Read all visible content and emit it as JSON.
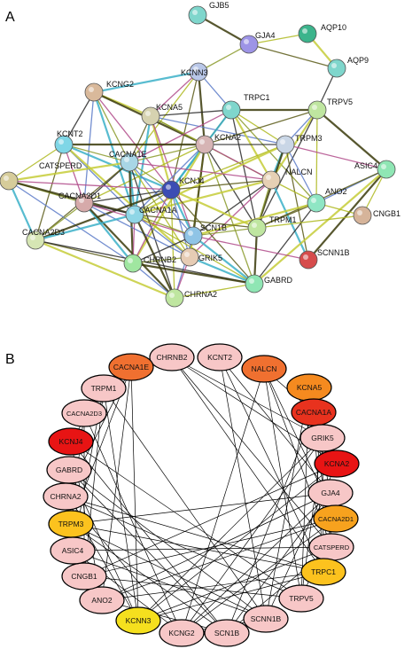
{
  "panels": {
    "a": {
      "letter": "A",
      "nodes": [
        {
          "id": "GJB5",
          "label": "GJB5",
          "color": "#7fd6cc"
        },
        {
          "id": "GJA4",
          "label": "GJA4",
          "color": "#9d94e6"
        },
        {
          "id": "AQP10",
          "label": "AQP10",
          "color": "#3cb48c"
        },
        {
          "id": "AQP9",
          "label": "AQP9",
          "color": "#7fd6cc"
        },
        {
          "id": "KCNN3",
          "label": "KCNN3",
          "color": "#b9c7e8"
        },
        {
          "id": "KCNG2",
          "label": "KCNG2",
          "color": "#d9b99b"
        },
        {
          "id": "KCNA5",
          "label": "KCNA5",
          "color": "#d6d2b0"
        },
        {
          "id": "TRPC1",
          "label": "TRPC1",
          "color": "#7fd6cc"
        },
        {
          "id": "TRPV5",
          "label": "TRPV5",
          "color": "#bfe6a0"
        },
        {
          "id": "KCNT2",
          "label": "KCNT2",
          "color": "#7fd6e6"
        },
        {
          "id": "KCNA2",
          "label": "KCNA2",
          "color": "#d6b4b4"
        },
        {
          "id": "TRPM3",
          "label": "TRPM3",
          "color": "#c9d6e6"
        },
        {
          "id": "CACNA1E",
          "label": "CACNA1E",
          "color": "#a8d6e6"
        },
        {
          "id": "CATSPERD",
          "label": "CATSPERD",
          "color": "#d6cc9a"
        },
        {
          "id": "NALCN",
          "label": "NALCN",
          "color": "#e6d0b4"
        },
        {
          "id": "ASIC4",
          "label": "ASIC4",
          "color": "#8fe6b4"
        },
        {
          "id": "KCNJ4",
          "label": "KCNJ4",
          "color": "#3c4cb4"
        },
        {
          "id": "CACNA2D1",
          "label": "CACNA2D1",
          "color": "#d6aaaa"
        },
        {
          "id": "ANO2",
          "label": "ANO2",
          "color": "#8fe6c4"
        },
        {
          "id": "CNGB1",
          "label": "CNGB1",
          "color": "#d6b49a"
        },
        {
          "id": "CACNA1A",
          "label": "CACNA1A",
          "color": "#8fd6e6"
        },
        {
          "id": "SCN1B",
          "label": "SCN1B",
          "color": "#8fc4e6"
        },
        {
          "id": "TRPM1",
          "label": "TRPM1",
          "color": "#bfe6a0"
        },
        {
          "id": "CACNA2D3",
          "label": "CACNA2D3",
          "color": "#d6e6b4"
        },
        {
          "id": "SCNN1B",
          "label": "SCNN1B",
          "color": "#d64c4c"
        },
        {
          "id": "GRIK5",
          "label": "GRIK5",
          "color": "#e6ccb4"
        },
        {
          "id": "CHRNB2",
          "label": "CHRNB2",
          "color": "#a0e6a0"
        },
        {
          "id": "GABRD",
          "label": "GABRD",
          "color": "#8fe6b4"
        },
        {
          "id": "CHRNA2",
          "label": "CHRNA2",
          "color": "#bfe6a0"
        }
      ],
      "edges": [
        [
          "GJB5",
          "GJA4"
        ],
        [
          "GJA4",
          "AQP10"
        ],
        [
          "GJA4",
          "AQP9"
        ],
        [
          "AQP10",
          "AQP9"
        ],
        [
          "AQP9",
          "TRPV5"
        ],
        [
          "GJA4",
          "KCNN3"
        ],
        [
          "KCNN3",
          "KCNG2"
        ],
        [
          "KCNN3",
          "KCNA5"
        ],
        [
          "KCNN3",
          "TRPC1"
        ],
        [
          "KCNN3",
          "KCNA2"
        ],
        [
          "KCNN3",
          "CACNA1E"
        ],
        [
          "KCNN3",
          "KCNJ4"
        ],
        [
          "KCNG2",
          "KCNA5"
        ],
        [
          "KCNG2",
          "KCNT2"
        ],
        [
          "KCNG2",
          "CACNA1E"
        ],
        [
          "KCNG2",
          "CACNA1A"
        ],
        [
          "KCNG2",
          "KCNJ4"
        ],
        [
          "KCNG2",
          "CACNA2D1"
        ],
        [
          "KCNG2",
          "KCNA2"
        ],
        [
          "KCNA5",
          "KCNA2"
        ],
        [
          "KCNA5",
          "CACNA1E"
        ],
        [
          "KCNA5",
          "KCNJ4"
        ],
        [
          "KCNA5",
          "TRPC1"
        ],
        [
          "KCNA5",
          "NALCN"
        ],
        [
          "KCNA5",
          "CACNA1A"
        ],
        [
          "KCNA5",
          "SCN1B"
        ],
        [
          "KCNA5",
          "TRPM3"
        ],
        [
          "TRPC1",
          "TRPV5"
        ],
        [
          "TRPC1",
          "TRPM3"
        ],
        [
          "TRPC1",
          "KCNA2"
        ],
        [
          "TRPC1",
          "NALCN"
        ],
        [
          "TRPC1",
          "TRPM1"
        ],
        [
          "TRPC1",
          "ANO2"
        ],
        [
          "TRPC1",
          "KCNJ4"
        ],
        [
          "TRPC1",
          "CACNA1E"
        ],
        [
          "TRPV5",
          "TRPM3"
        ],
        [
          "TRPV5",
          "ASIC4"
        ],
        [
          "TRPV5",
          "ANO2"
        ],
        [
          "TRPV5",
          "KCNA2"
        ],
        [
          "TRPV5",
          "NALCN"
        ],
        [
          "TRPV5",
          "TRPM1"
        ],
        [
          "KCNT2",
          "CACNA1E"
        ],
        [
          "KCNT2",
          "KCNJ4"
        ],
        [
          "KCNT2",
          "CACNA2D1"
        ],
        [
          "KCNT2",
          "CACNA1A"
        ],
        [
          "KCNT2",
          "KCNA2"
        ],
        [
          "KCNT2",
          "CATSPERD"
        ],
        [
          "KCNT2",
          "CACNA2D3"
        ],
        [
          "KCNT2",
          "GRIK5"
        ],
        [
          "KCNA2",
          "TRPM3"
        ],
        [
          "KCNA2",
          "CACNA1E"
        ],
        [
          "KCNA2",
          "KCNJ4"
        ],
        [
          "KCNA2",
          "NALCN"
        ],
        [
          "KCNA2",
          "CACNA1A"
        ],
        [
          "KCNA2",
          "SCN1B"
        ],
        [
          "KCNA2",
          "CACNA2D1"
        ],
        [
          "KCNA2",
          "GRIK5"
        ],
        [
          "KCNA2",
          "CHRNB2"
        ],
        [
          "KCNA2",
          "TRPM1"
        ],
        [
          "KCNA2",
          "GABRD"
        ],
        [
          "TRPM3",
          "NALCN"
        ],
        [
          "TRPM3",
          "ASIC4"
        ],
        [
          "TRPM3",
          "ANO2"
        ],
        [
          "TRPM3",
          "TRPM1"
        ],
        [
          "TRPM3",
          "KCNJ4"
        ],
        [
          "TRPM3",
          "SCNN1B"
        ],
        [
          "TRPM3",
          "CACNA1A"
        ],
        [
          "CACNA1E",
          "CACNA2D1"
        ],
        [
          "CACNA1E",
          "KCNJ4"
        ],
        [
          "CACNA1E",
          "CACNA1A"
        ],
        [
          "CACNA1E",
          "NALCN"
        ],
        [
          "CACNA1E",
          "SCN1B"
        ],
        [
          "CACNA1E",
          "CHRNB2"
        ],
        [
          "CACNA1E",
          "GRIK5"
        ],
        [
          "CACNA1E",
          "CACNA2D3"
        ],
        [
          "CACNA1E",
          "CATSPERD"
        ],
        [
          "CACNA1E",
          "CHRNA2"
        ],
        [
          "CATSPERD",
          "CACNA2D1"
        ],
        [
          "CATSPERD",
          "CACNA2D3"
        ],
        [
          "CATSPERD",
          "KCNJ4"
        ],
        [
          "CATSPERD",
          "CHRNB2"
        ],
        [
          "CATSPERD",
          "CACNA1A"
        ],
        [
          "NALCN",
          "ANO2"
        ],
        [
          "NALCN",
          "KCNJ4"
        ],
        [
          "NALCN",
          "CACNA1A"
        ],
        [
          "NALCN",
          "SCN1B"
        ],
        [
          "NALCN",
          "TRPM1"
        ],
        [
          "NALCN",
          "SCNN1B"
        ],
        [
          "NALCN",
          "GRIK5"
        ],
        [
          "ASIC4",
          "ANO2"
        ],
        [
          "ASIC4",
          "SCNN1B"
        ],
        [
          "ASIC4",
          "CNGB1"
        ],
        [
          "ASIC4",
          "TRPM1"
        ],
        [
          "ASIC4",
          "GABRD"
        ],
        [
          "KCNJ4",
          "CACNA2D1"
        ],
        [
          "KCNJ4",
          "CACNA1A"
        ],
        [
          "KCNJ4",
          "SCN1B"
        ],
        [
          "KCNJ4",
          "CHRNB2"
        ],
        [
          "KCNJ4",
          "GRIK5"
        ],
        [
          "KCNJ4",
          "CACNA2D3"
        ],
        [
          "KCNJ4",
          "CHRNA2"
        ],
        [
          "KCNJ4",
          "GABRD"
        ],
        [
          "KCNJ4",
          "TRPM1"
        ],
        [
          "CACNA2D1",
          "CACNA1A"
        ],
        [
          "CACNA2D1",
          "CACNA2D3"
        ],
        [
          "CACNA2D1",
          "CHRNB2"
        ],
        [
          "CACNA2D1",
          "SCN1B"
        ],
        [
          "CACNA2D1",
          "GRIK5"
        ],
        [
          "CACNA2D1",
          "CHRNA2"
        ],
        [
          "ANO2",
          "CNGB1"
        ],
        [
          "ANO2",
          "TRPM1"
        ],
        [
          "ANO2",
          "SCN1B"
        ],
        [
          "ANO2",
          "GABRD"
        ],
        [
          "CACNA1A",
          "SCN1B"
        ],
        [
          "CACNA1A",
          "CACNA2D3"
        ],
        [
          "CACNA1A",
          "CHRNB2"
        ],
        [
          "CACNA1A",
          "GRIK5"
        ],
        [
          "CACNA1A",
          "CHRNA2"
        ],
        [
          "CACNA1A",
          "GABRD"
        ],
        [
          "CACNA1A",
          "TRPM1"
        ],
        [
          "SCN1B",
          "GRIK5"
        ],
        [
          "SCN1B",
          "CHRNB2"
        ],
        [
          "SCN1B",
          "TRPM1"
        ],
        [
          "SCN1B",
          "GABRD"
        ],
        [
          "SCN1B",
          "SCNN1B"
        ],
        [
          "SCN1B",
          "CHRNA2"
        ],
        [
          "TRPM1",
          "GABRD"
        ],
        [
          "TRPM1",
          "CNGB1"
        ],
        [
          "CACNA2D3",
          "CHRNB2"
        ],
        [
          "CACNA2D3",
          "CHRNA2"
        ],
        [
          "CACNA2D3",
          "GABRD"
        ],
        [
          "GRIK5",
          "CHRNB2"
        ],
        [
          "GRIK5",
          "GABRD"
        ],
        [
          "GRIK5",
          "CHRNA2"
        ],
        [
          "CHRNB2",
          "CHRNA2"
        ],
        [
          "CHRNB2",
          "GABRD"
        ],
        [
          "GABRD",
          "CHRNA2"
        ]
      ]
    },
    "b": {
      "letter": "B",
      "nodes": [
        {
          "id": "CHRNB2",
          "label": "CHRNB2",
          "fill": "#f7c7c7"
        },
        {
          "id": "KCNT2",
          "label": "KCNT2",
          "fill": "#f7c7c7"
        },
        {
          "id": "NALCN",
          "label": "NALCN",
          "fill": "#f07030"
        },
        {
          "id": "KCNA5",
          "label": "KCNA5",
          "fill": "#f58a1f"
        },
        {
          "id": "CACNA1A",
          "label": "CACNA1A",
          "fill": "#e8321e"
        },
        {
          "id": "GRIK5",
          "label": "GRIK5",
          "fill": "#f7c7c7"
        },
        {
          "id": "KCNA2",
          "label": "KCNA2",
          "fill": "#e81414"
        },
        {
          "id": "GJA4",
          "label": "GJA4",
          "fill": "#f7c7c7"
        },
        {
          "id": "CACNA2D1",
          "label": "CACNA2D1",
          "fill": "#f7a21e"
        },
        {
          "id": "CATSPERD",
          "label": "CATSPERD",
          "fill": "#f7c7c7"
        },
        {
          "id": "TRPC1",
          "label": "TRPC1",
          "fill": "#fcc21e"
        },
        {
          "id": "TRPV5",
          "label": "TRPV5",
          "fill": "#f7c7c7"
        },
        {
          "id": "SCNN1B",
          "label": "SCNN1B",
          "fill": "#f7c7c7"
        },
        {
          "id": "SCN1B",
          "label": "SCN1B",
          "fill": "#f7c7c7"
        },
        {
          "id": "KCNG2",
          "label": "KCNG2",
          "fill": "#f7c7c7"
        },
        {
          "id": "KCNN3",
          "label": "KCNN3",
          "fill": "#f5e01e"
        },
        {
          "id": "ANO2",
          "label": "ANO2",
          "fill": "#f7c7c7"
        },
        {
          "id": "CNGB1",
          "label": "CNGB1",
          "fill": "#f7c7c7"
        },
        {
          "id": "ASIC4",
          "label": "ASIC4",
          "fill": "#f7c7c7"
        },
        {
          "id": "TRPM3",
          "label": "TRPM3",
          "fill": "#fcc21e"
        },
        {
          "id": "CHRNA2",
          "label": "CHRNA2",
          "fill": "#f7c7c7"
        },
        {
          "id": "GABRD",
          "label": "GABRD",
          "fill": "#f7c7c7"
        },
        {
          "id": "KCNJ4",
          "label": "KCNJ4",
          "fill": "#e81414"
        },
        {
          "id": "CACNA2D3",
          "label": "CACNA2D3",
          "fill": "#f7c7c7"
        },
        {
          "id": "TRPM1",
          "label": "TRPM1",
          "fill": "#f7c7c7"
        },
        {
          "id": "CACNA1E",
          "label": "CACNA1E",
          "fill": "#f07030"
        }
      ]
    }
  }
}
